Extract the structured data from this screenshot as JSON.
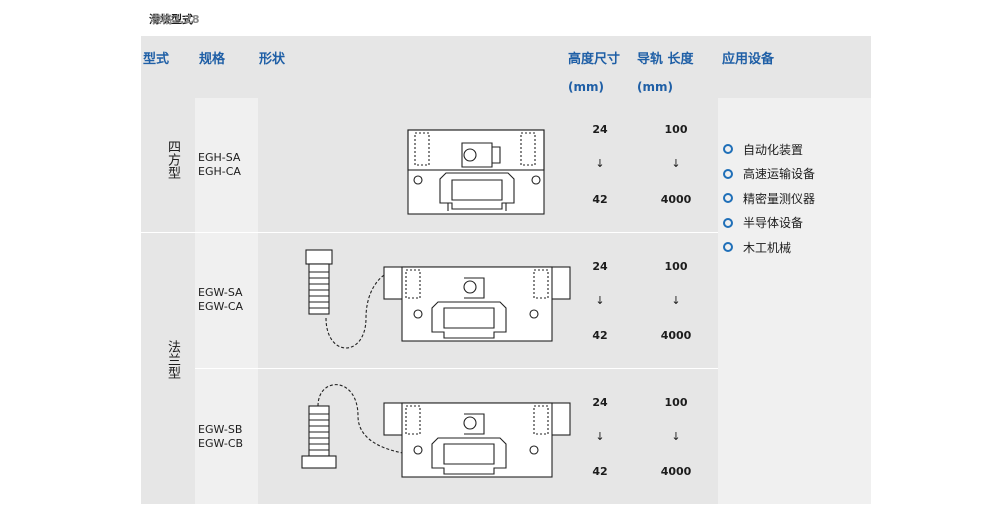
{
  "caption": {
    "number": "表格2.28",
    "title": "滑块型式"
  },
  "header": {
    "type": "型式",
    "spec": "规格",
    "shape": "形状",
    "height": "高度尺寸",
    "rail_length": "导轨 长度",
    "unit_height": "(mm)",
    "unit_length": "(mm)",
    "application": "应用设备"
  },
  "rows": [
    {
      "type": "四方型",
      "specs": [
        "EGH-SA",
        "EGH-CA"
      ],
      "height_min": "24",
      "height_max": "42",
      "length_min": "100",
      "length_max": "4000",
      "arrow": "↓"
    },
    {
      "type": "法兰型",
      "specs": [
        "EGW-SA",
        "EGW-CA"
      ],
      "height_min": "24",
      "height_max": "42",
      "length_min": "100",
      "length_max": "4000",
      "arrow": "↓"
    },
    {
      "specs": [
        "EGW-SB",
        "EGW-CB"
      ],
      "height_min": "24",
      "height_max": "42",
      "length_min": "100",
      "length_max": "4000",
      "arrow": "↓"
    }
  ],
  "applications": [
    "自动化装置",
    "高速运输设备",
    "精密量测仪器",
    "半导体设备",
    "木工机械"
  ]
}
